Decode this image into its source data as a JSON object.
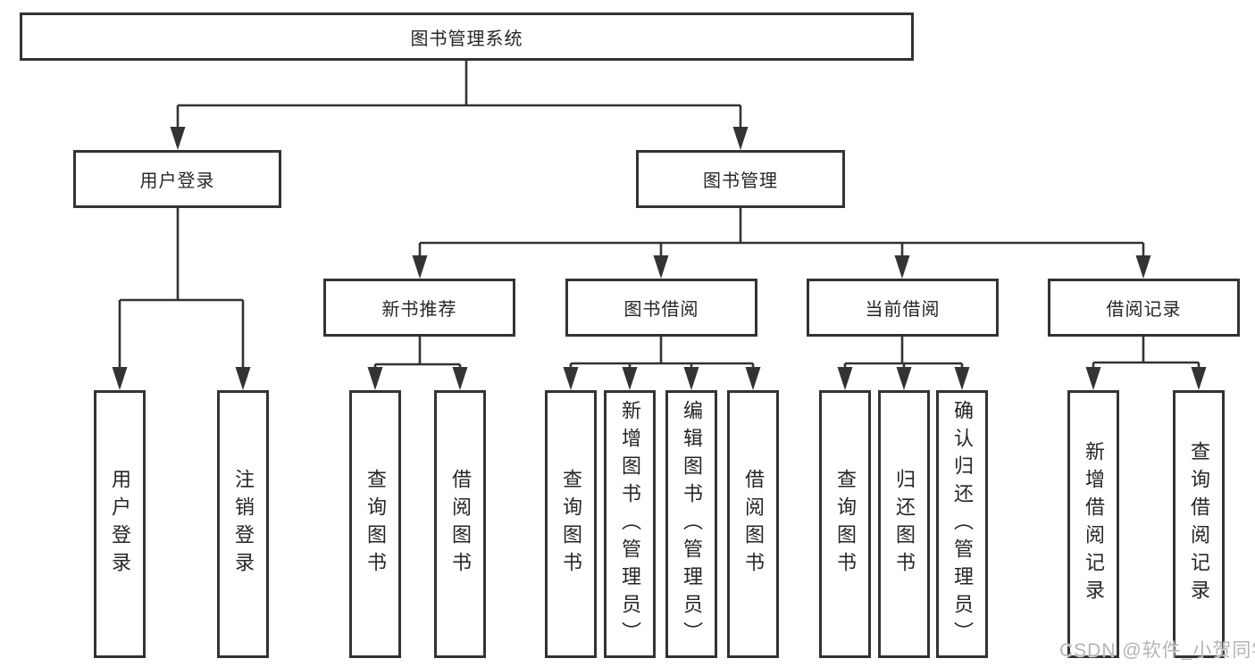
{
  "diagram": {
    "root": {
      "label": "图书管理系统"
    },
    "branches": [
      {
        "label": "用户登录",
        "leaves": [
          "用户登录",
          "注销登录"
        ],
        "children": []
      },
      {
        "label": "图书管理",
        "leaves": [],
        "children": [
          {
            "label": "新书推荐",
            "leaves": [
              "查询图书",
              "借阅图书"
            ]
          },
          {
            "label": "图书借阅",
            "leaves": [
              "查询图书",
              "新增图书（管理员）",
              "编辑图书（管理员）",
              "借阅图书"
            ]
          },
          {
            "label": "当前借阅",
            "leaves": [
              "查询图书",
              "归还图书",
              "确认归还（管理员）"
            ]
          },
          {
            "label": "借阅记录",
            "leaves": [
              "新增借阅记录",
              "查询借阅记录"
            ]
          }
        ]
      }
    ]
  },
  "watermark": "CSDN @软件_小贺同学",
  "colors": {
    "line": "#333333",
    "text": "#262626",
    "watermark": "#b4b4b4",
    "background": "#ffffff"
  }
}
